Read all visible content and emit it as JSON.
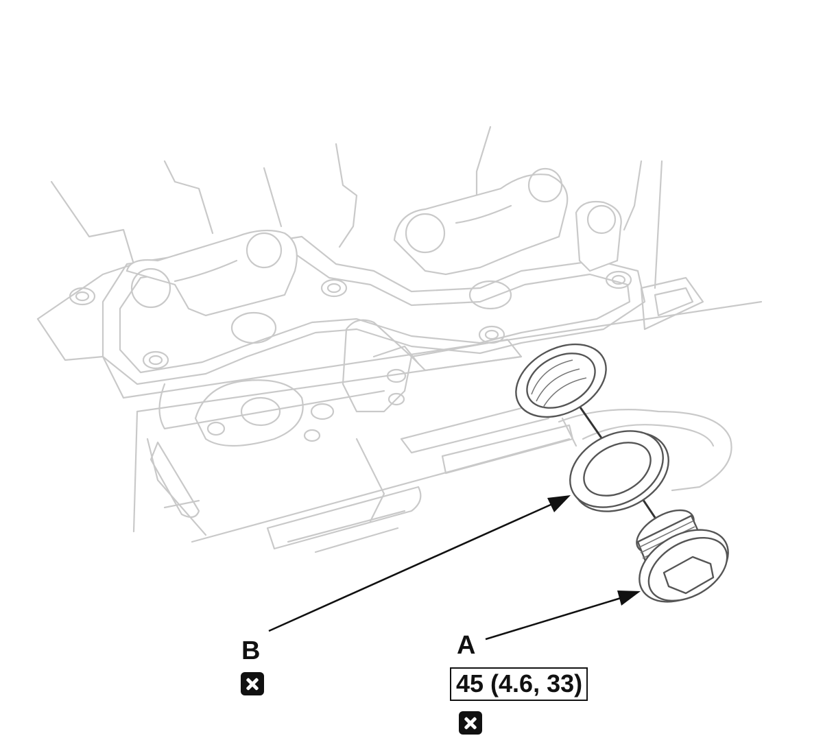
{
  "labels": {
    "a": "A",
    "b": "B",
    "torque": "45 (4.6, 33)"
  },
  "icons": {
    "replace_b": "replace-part-icon",
    "replace_a": "replace-part-icon"
  }
}
